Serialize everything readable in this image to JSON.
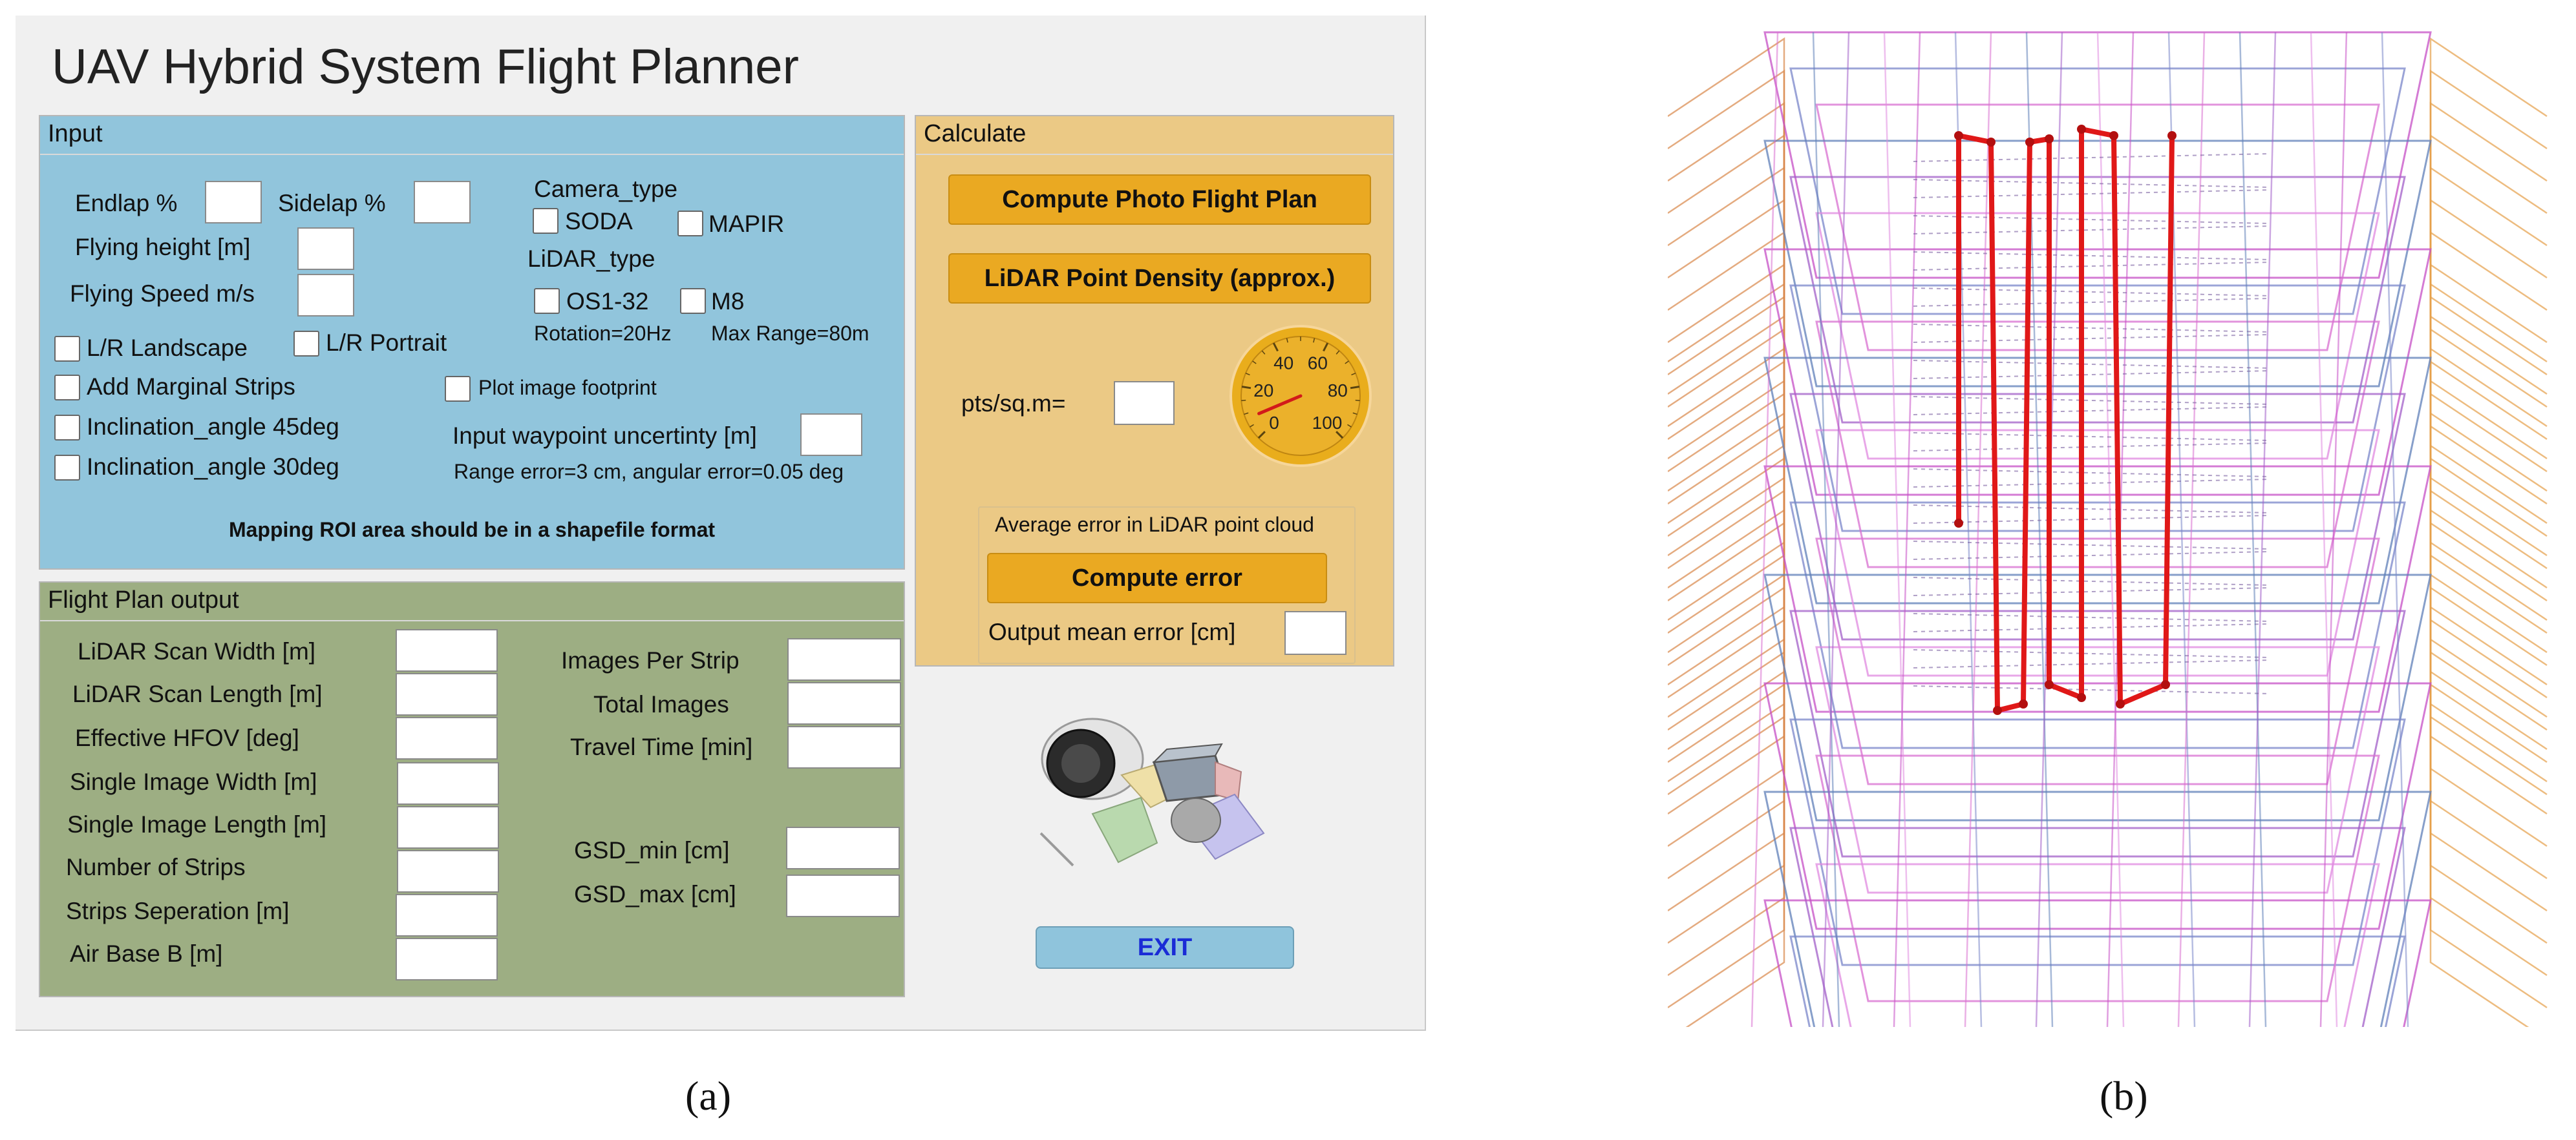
{
  "window": {
    "title": "UAV Hybrid System Flight Planner"
  },
  "input_panel": {
    "title": "Input",
    "endlap_label": "Endlap %",
    "sidelap_label": "Sidelap %",
    "flying_height_label": "Flying height [m]",
    "flying_speed_label": "Flying Speed m/s",
    "camera_type_label": "Camera_type",
    "camera_options": [
      "SODA",
      "MAPIR"
    ],
    "lidar_type_label": "LiDAR_type",
    "lidar_options": [
      "OS1-32",
      "M8"
    ],
    "rotation_note": "Rotation=20Hz",
    "max_range_note": "Max Range=80m",
    "lr_landscape_label": "L/R Landscape",
    "lr_portrait_label": "L/R Portrait",
    "add_marginal_label": "Add Marginal Strips",
    "plot_footprint_label": "Plot image footprint",
    "incl45_label": "Inclination_angle 45deg",
    "incl30_label": "Inclination_angle 30deg",
    "waypoint_label": "Input waypoint uncertinty [m]",
    "range_error_note": "Range error=3 cm, angular error=0.05 deg",
    "roi_note": "Mapping ROI area should be in a shapefile format"
  },
  "output_panel": {
    "title": "Flight Plan output",
    "left_fields": [
      "LiDAR Scan Width [m]",
      "LiDAR Scan Length [m]",
      "Effective HFOV [deg]",
      "Single Image Width [m]",
      "Single Image Length [m]",
      "Number of Strips",
      "Strips Seperation [m]",
      "Air Base B [m]"
    ],
    "images_per_strip_label": "Images Per Strip",
    "total_images_label": "Total Images",
    "travel_time_label": "Travel Time [min]",
    "gsd_min_label": "GSD_min [cm]",
    "gsd_max_label": "GSD_max [cm]"
  },
  "calc_panel": {
    "title": "Calculate",
    "photo_plan_button": "Compute Photo Flight Plan",
    "lidar_density_button": "LiDAR Point Density (approx.)",
    "pts_label": "pts/sq.m=",
    "gauge": {
      "ticks": [
        "0",
        "20",
        "40",
        "60",
        "80",
        "100"
      ],
      "value": 0,
      "color": "#e9ad1c"
    },
    "avg_error_label": "Average error in LiDAR point cloud",
    "compute_error_button": "Compute error",
    "output_error_label": "Output mean error [cm]"
  },
  "exit_button": "EXIT",
  "captions": {
    "a": "(a)",
    "b": "(b)"
  },
  "colors": {
    "input_bg": "#91c5dc",
    "output_bg": "#9dae83",
    "calc_bg": "#ebc985",
    "button": "#eaa922",
    "exit": "#8fc4dc",
    "flight_path": "#e01818"
  }
}
